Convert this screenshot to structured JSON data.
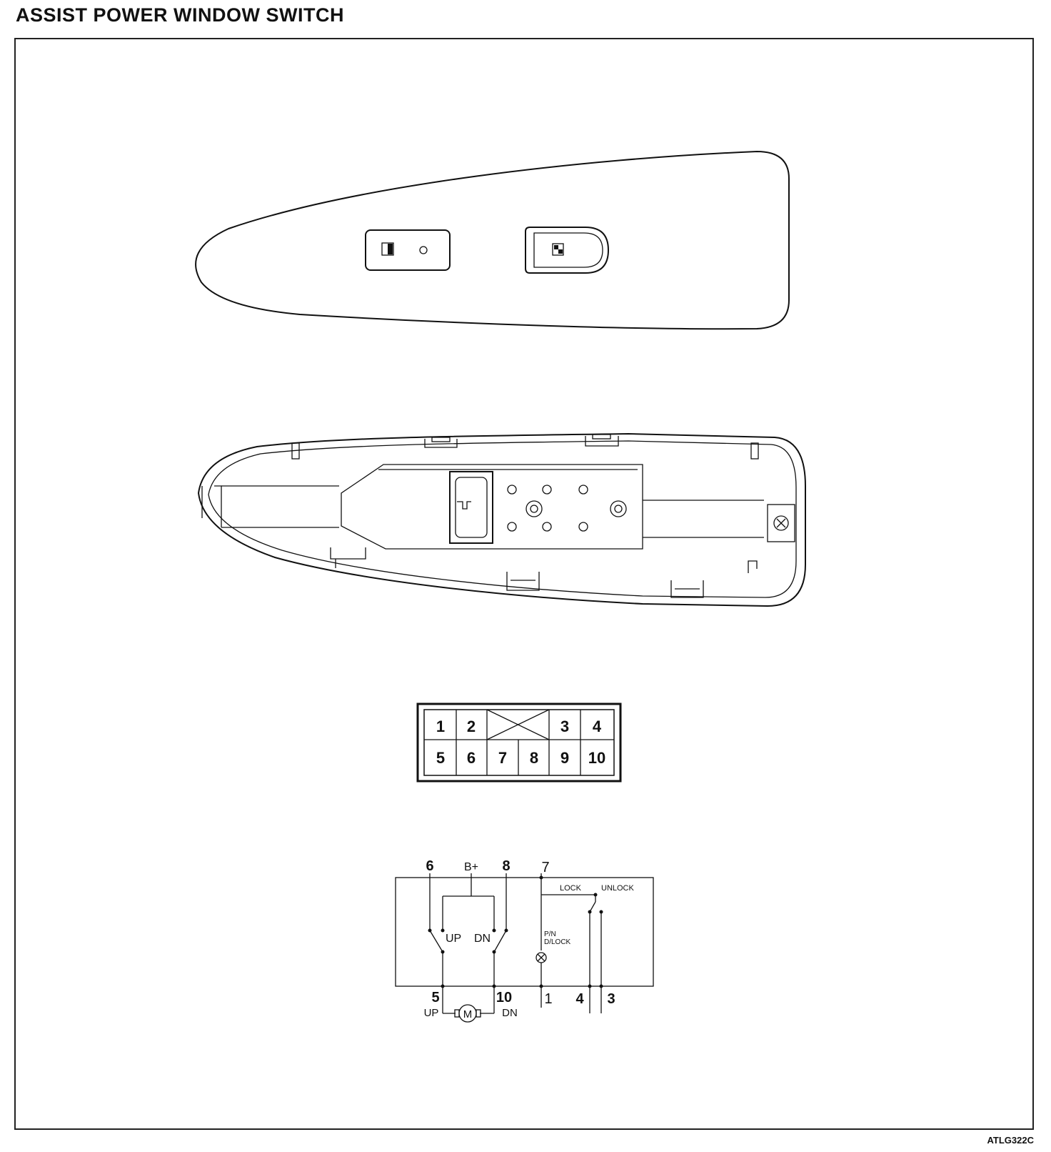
{
  "header": {
    "title": "ASSIST POWER WINDOW SWITCH"
  },
  "footer": {
    "figure_code": "ATLG322C"
  },
  "connector": {
    "top_row": [
      "1",
      "2",
      "",
      "3",
      "4"
    ],
    "bottom_row": [
      "5",
      "6",
      "7",
      "8",
      "9",
      "10"
    ]
  },
  "schematic": {
    "top_terminals": {
      "t6": "6",
      "bplus": "B+",
      "t8": "8",
      "t7": "7"
    },
    "lock_label": "LOCK",
    "unlock_label": "UNLOCK",
    "up_switch_label": "UP",
    "dn_switch_label": "DN",
    "pn_label_line1": "P/N",
    "pn_label_line2": "D/LOCK",
    "motor_label": "M",
    "bottom_terminals": {
      "t5": "5",
      "t10": "10",
      "t1": "1",
      "t4": "4",
      "t3": "3"
    },
    "bottom_labels": {
      "up": "UP",
      "dn": "DN"
    }
  },
  "colors": {
    "line": "#111111",
    "background": "#ffffff"
  }
}
